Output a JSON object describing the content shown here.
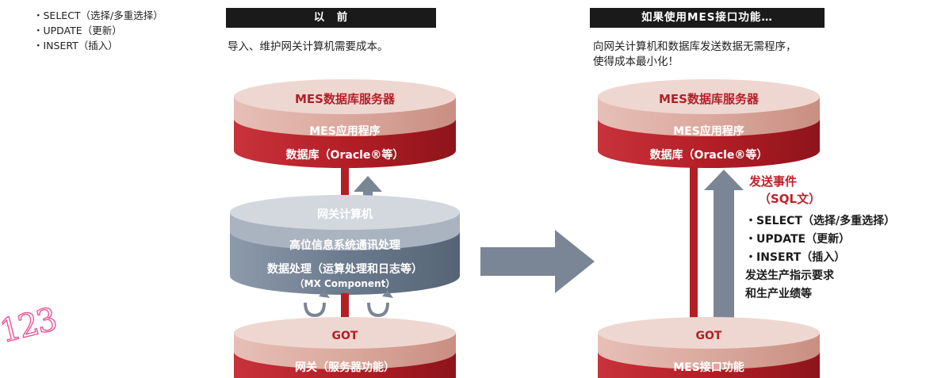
{
  "side_list": [
    "・SELECT（选择/多重选择）",
    "・UPDATE（更新）",
    "・INSERT（插入）"
  ],
  "left": {
    "header": "以　前",
    "description": "导入、维护网关计算机需要成本。",
    "server": {
      "title": "MES数据库服务器",
      "app": "MES应用程序",
      "db": "数据库（Oracle®等）"
    },
    "gateway": {
      "title": "网关计算机",
      "line1": "高位信息系统通讯处理",
      "line2": "数据处理（运算处理和日志等）",
      "line3": "（MX Component）"
    },
    "got": {
      "title": "GOT",
      "sub": "网关（服务器功能）"
    }
  },
  "right": {
    "header": "如果使用MES接口功能…",
    "description_lines": [
      "向网关计算机和数据库发送数据无需程序，",
      "使得成本最小化！"
    ],
    "server": {
      "title": "MES数据库服务器",
      "app": "MES应用程序",
      "db": "数据库（Oracle®等）"
    },
    "event": {
      "title": "发送事件",
      "subtitle": "（SQL文）",
      "items": [
        "・SELECT（选择/多重选择）",
        "・UPDATE（更新）",
        "・INSERT（插入）",
        "发送生产指示要求",
        "和生产业绩等"
      ]
    },
    "got": {
      "title": "GOT",
      "sub": "MES接口功能"
    }
  },
  "stamp_text": "123",
  "colors": {
    "dark_red": "#b41e26",
    "cylinder_top": "#d9a89e",
    "gateway_top": "#b9c1cc",
    "gateway_body": "#6b7a8d",
    "arrow_gray": "#7a8696",
    "header_bg": "#1a1a1a"
  }
}
